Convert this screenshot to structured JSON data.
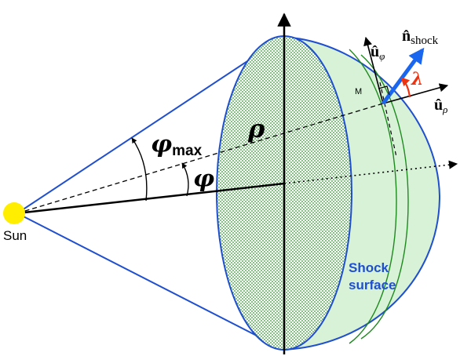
{
  "labels": {
    "sun": "Sun",
    "rho": "ρ",
    "phi": "φ",
    "phi_max_symbol": "φ",
    "phi_max_sub": "max",
    "lambda": "λ",
    "m": "M",
    "u_phi_base": "û",
    "u_phi_sub": "φ",
    "u_rho_base": "û",
    "u_rho_sub": "ρ",
    "n_shock_base": "n̂",
    "n_shock_sub": "shock",
    "shock_line1": "Shock",
    "shock_line2": "surface"
  },
  "colors": {
    "blue": "#1f4fcf",
    "green": "#1e8a1e",
    "shock_fill": "#d8f2d8",
    "sun": "#ffee00",
    "lambda": "#ee3311",
    "n_arrow": "#1a66ee",
    "black": "#000000"
  }
}
